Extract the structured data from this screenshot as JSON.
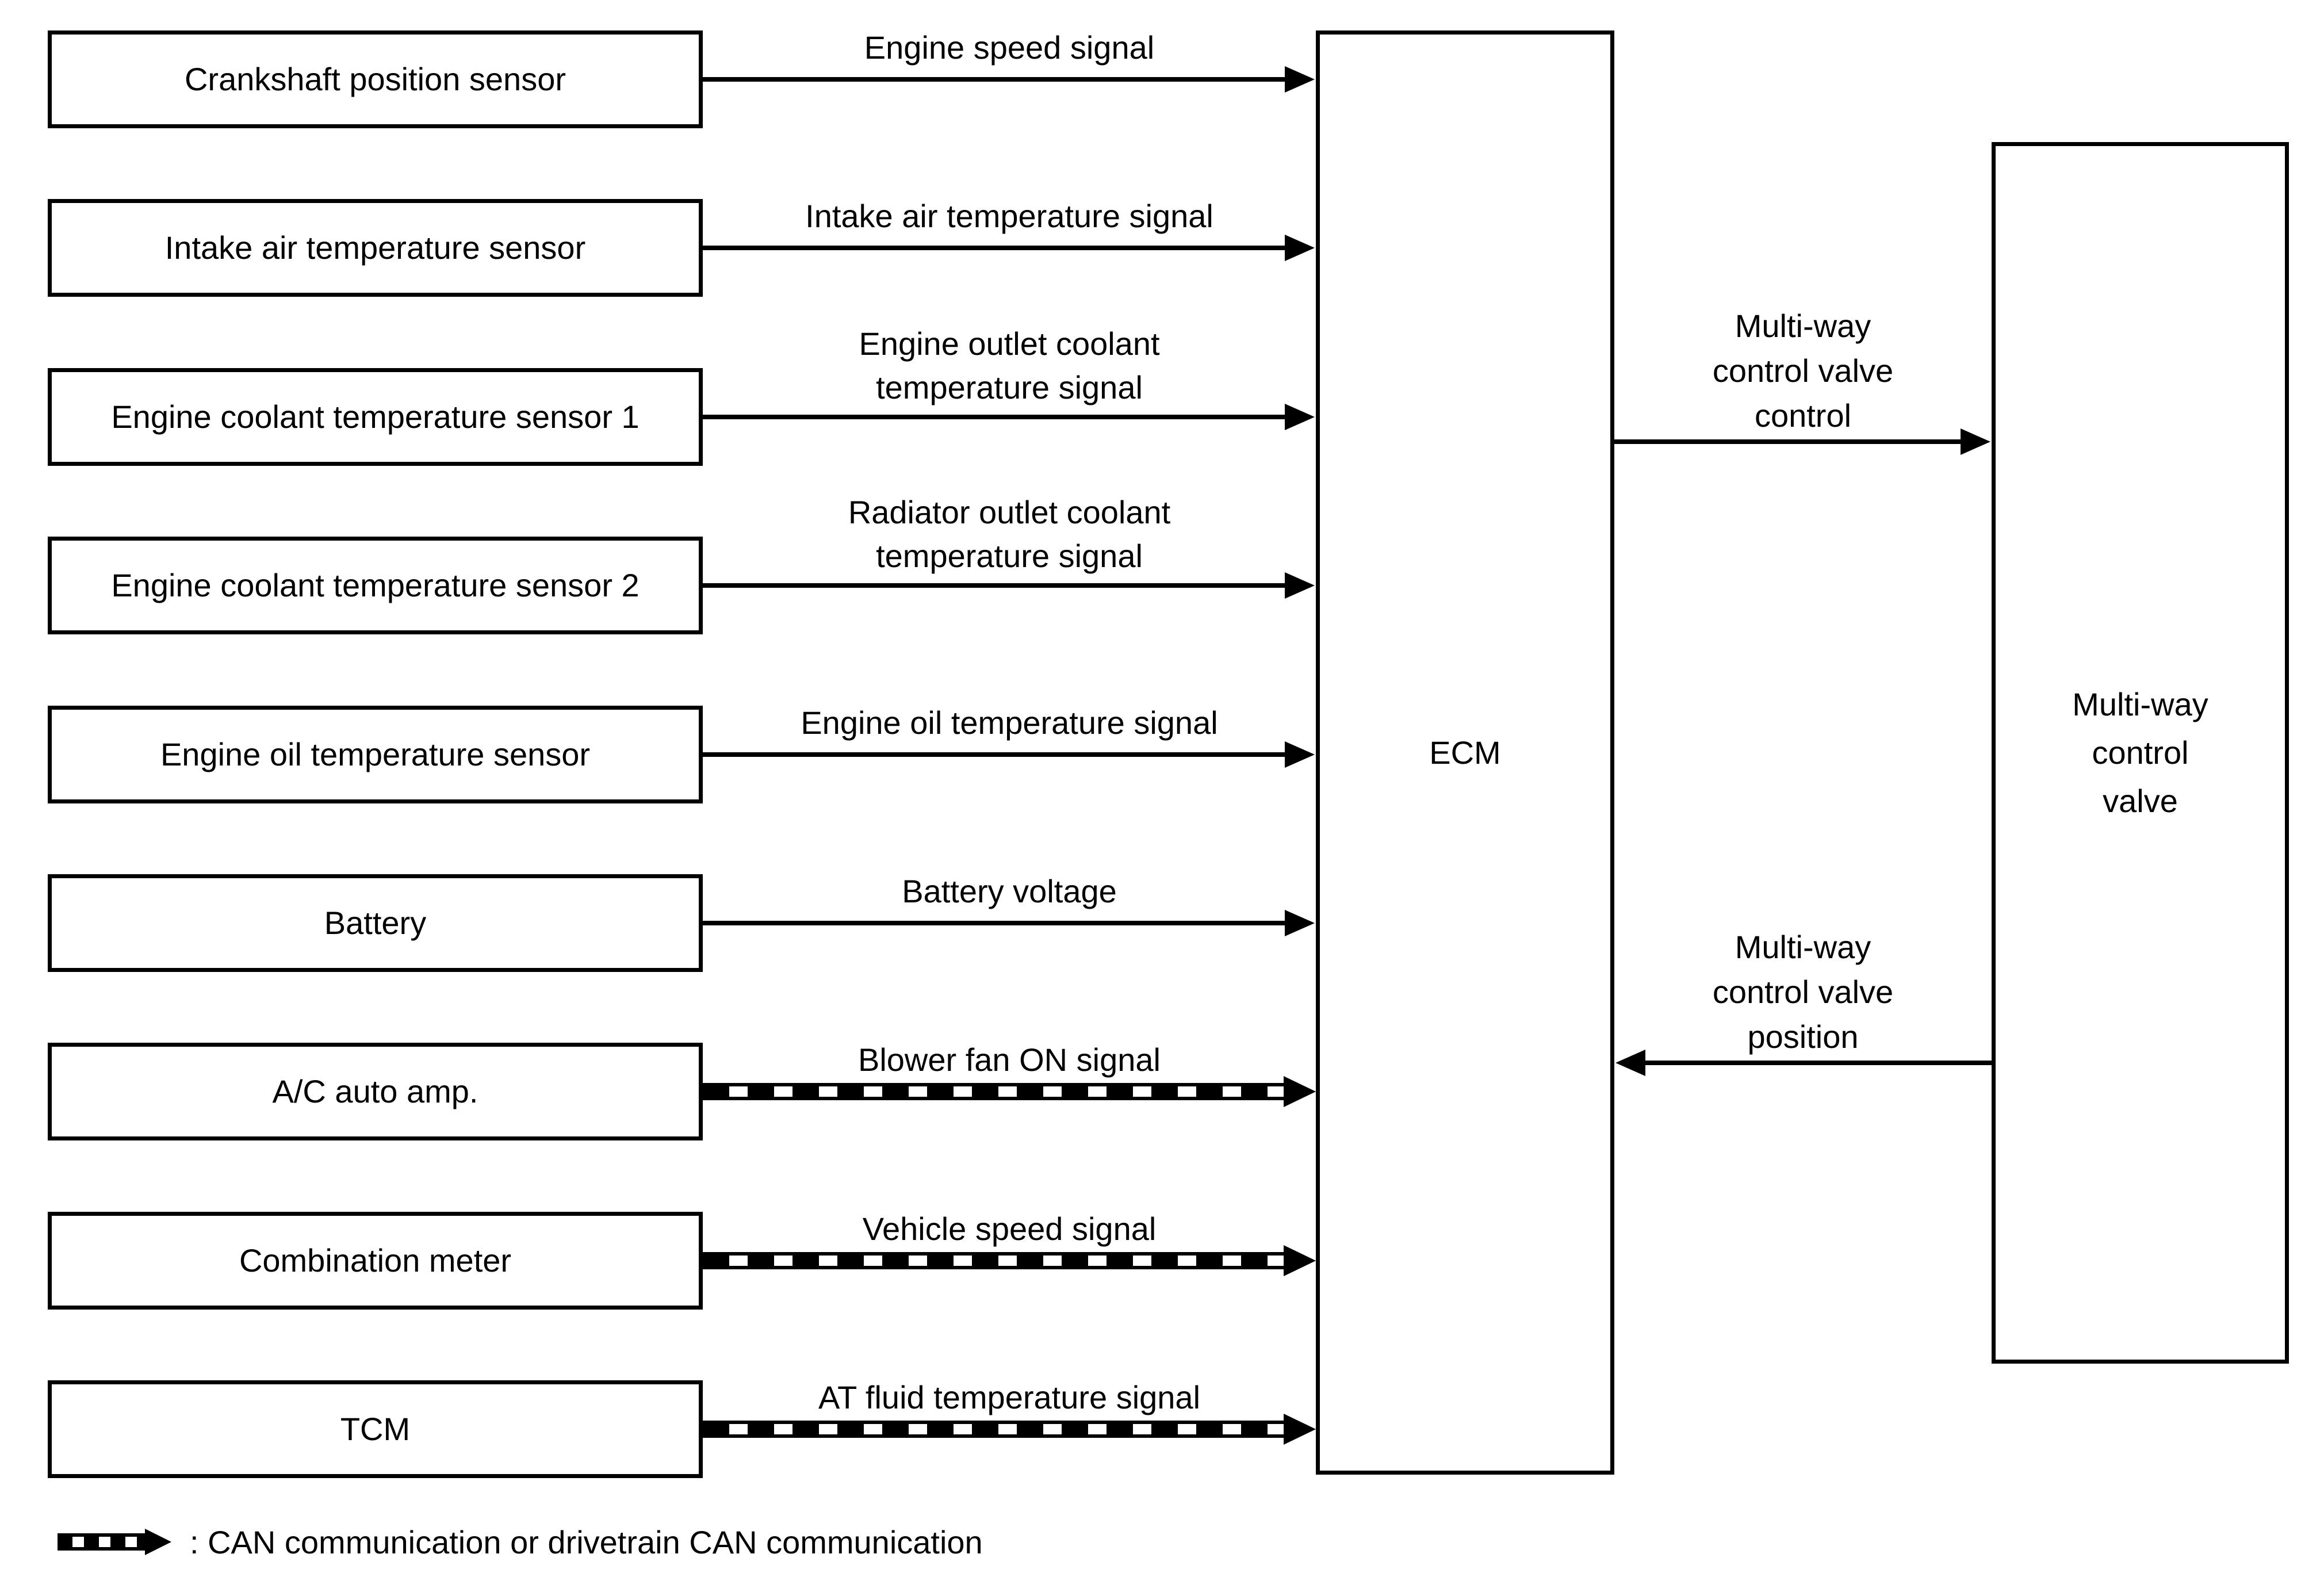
{
  "diagram": {
    "colors": {
      "stroke": "#000000",
      "background": "#ffffff"
    },
    "sensors": [
      {
        "label": "Crankshaft position sensor",
        "signal": "Engine speed signal",
        "can": false
      },
      {
        "label": "Intake air temperature sensor",
        "signal": "Intake air temperature signal",
        "can": false
      },
      {
        "label": "Engine coolant temperature sensor 1",
        "signal": "Engine outlet coolant\ntemperature signal",
        "can": false
      },
      {
        "label": "Engine coolant temperature sensor 2",
        "signal": "Radiator outlet coolant\ntemperature signal",
        "can": false
      },
      {
        "label": "Engine oil temperature sensor",
        "signal": "Engine oil temperature signal",
        "can": false
      },
      {
        "label": "Battery",
        "signal": "Battery voltage",
        "can": false
      },
      {
        "label": "A/C auto amp.",
        "signal": "Blower fan ON signal",
        "can": true
      },
      {
        "label": "Combination meter",
        "signal": "Vehicle speed signal",
        "can": true
      },
      {
        "label": "TCM",
        "signal": "AT fluid temperature signal",
        "can": true
      }
    ],
    "ecm_label": "ECM",
    "valve_label": "Multi-way\ncontrol\nvalve",
    "control_arrow_label": "Multi-way\ncontrol valve\ncontrol",
    "position_arrow_label": "Multi-way\ncontrol valve\nposition",
    "legend_text": ": CAN communication or drivetrain CAN communication"
  }
}
